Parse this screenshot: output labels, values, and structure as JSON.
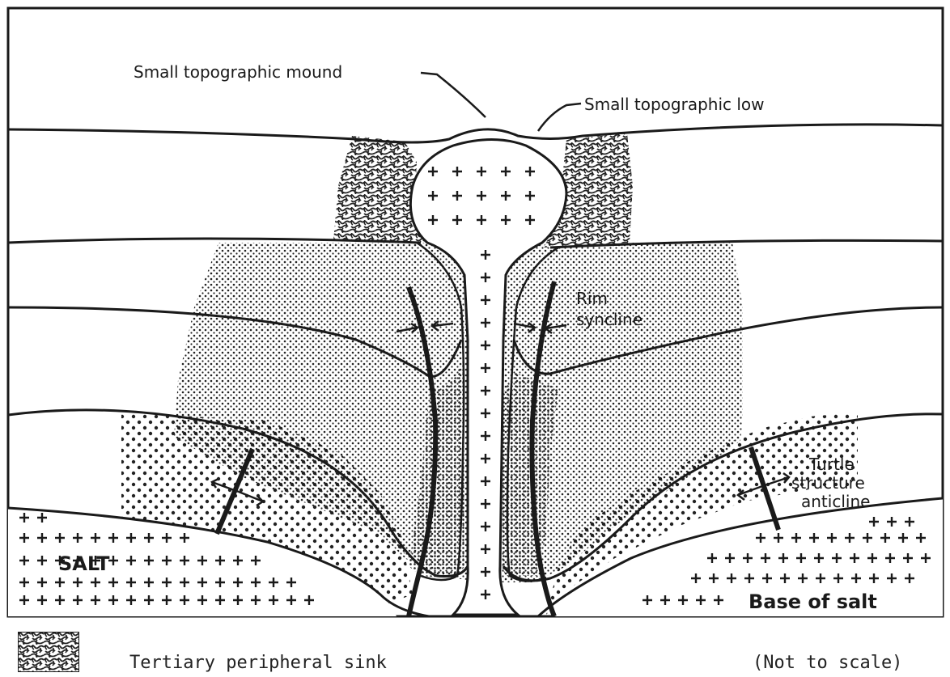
{
  "labels": {
    "mound": "Small topographic mound",
    "low": "Small topographic low",
    "rim_line1": "Rim",
    "rim_line2": "syncline",
    "turtle_line1": "Turtle",
    "turtle_line2": "structure",
    "turtle_line3": "anticline",
    "salt": "SALT",
    "base_of_salt": "Base of salt"
  },
  "legend": {
    "swatch_icon": "stipple-swatch",
    "text": "Tertiary peripheral sink"
  },
  "note": "(Not to scale)"
}
